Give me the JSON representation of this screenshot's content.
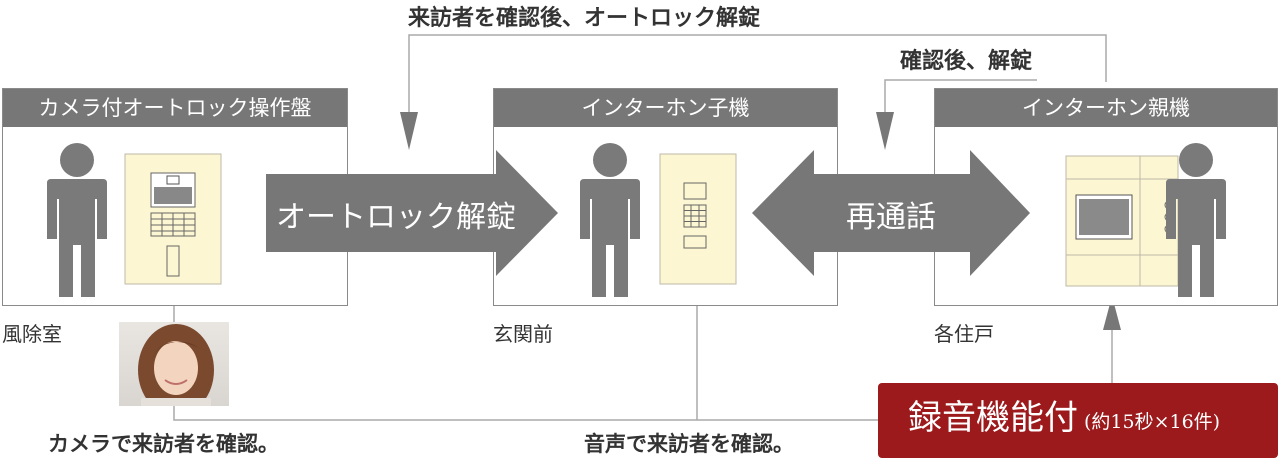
{
  "top_route_label": "来訪者を確認後、オートロック解錠",
  "second_route_label": "確認後、解錠",
  "panels": [
    {
      "title": "カメラ付オートロック操作盤",
      "location": "風除室"
    },
    {
      "title": "インターホン子機",
      "location": "玄関前"
    },
    {
      "title": "インターホン親機",
      "location": "各住戸"
    }
  ],
  "arrows": {
    "unlock": "オートロック解錠",
    "recall": "再通話"
  },
  "captions": {
    "camera": "カメラで来訪者を確認。",
    "voice": "音声で来訪者を確認。"
  },
  "badge": {
    "main": "録音機能付",
    "sub": "(約15秒×16件)"
  },
  "colors": {
    "panel_header": "#777777",
    "arrow": "#777777",
    "device_fill": "#fdf6d2",
    "badge": "#9c1a1c",
    "line": "#aaaaaa"
  }
}
